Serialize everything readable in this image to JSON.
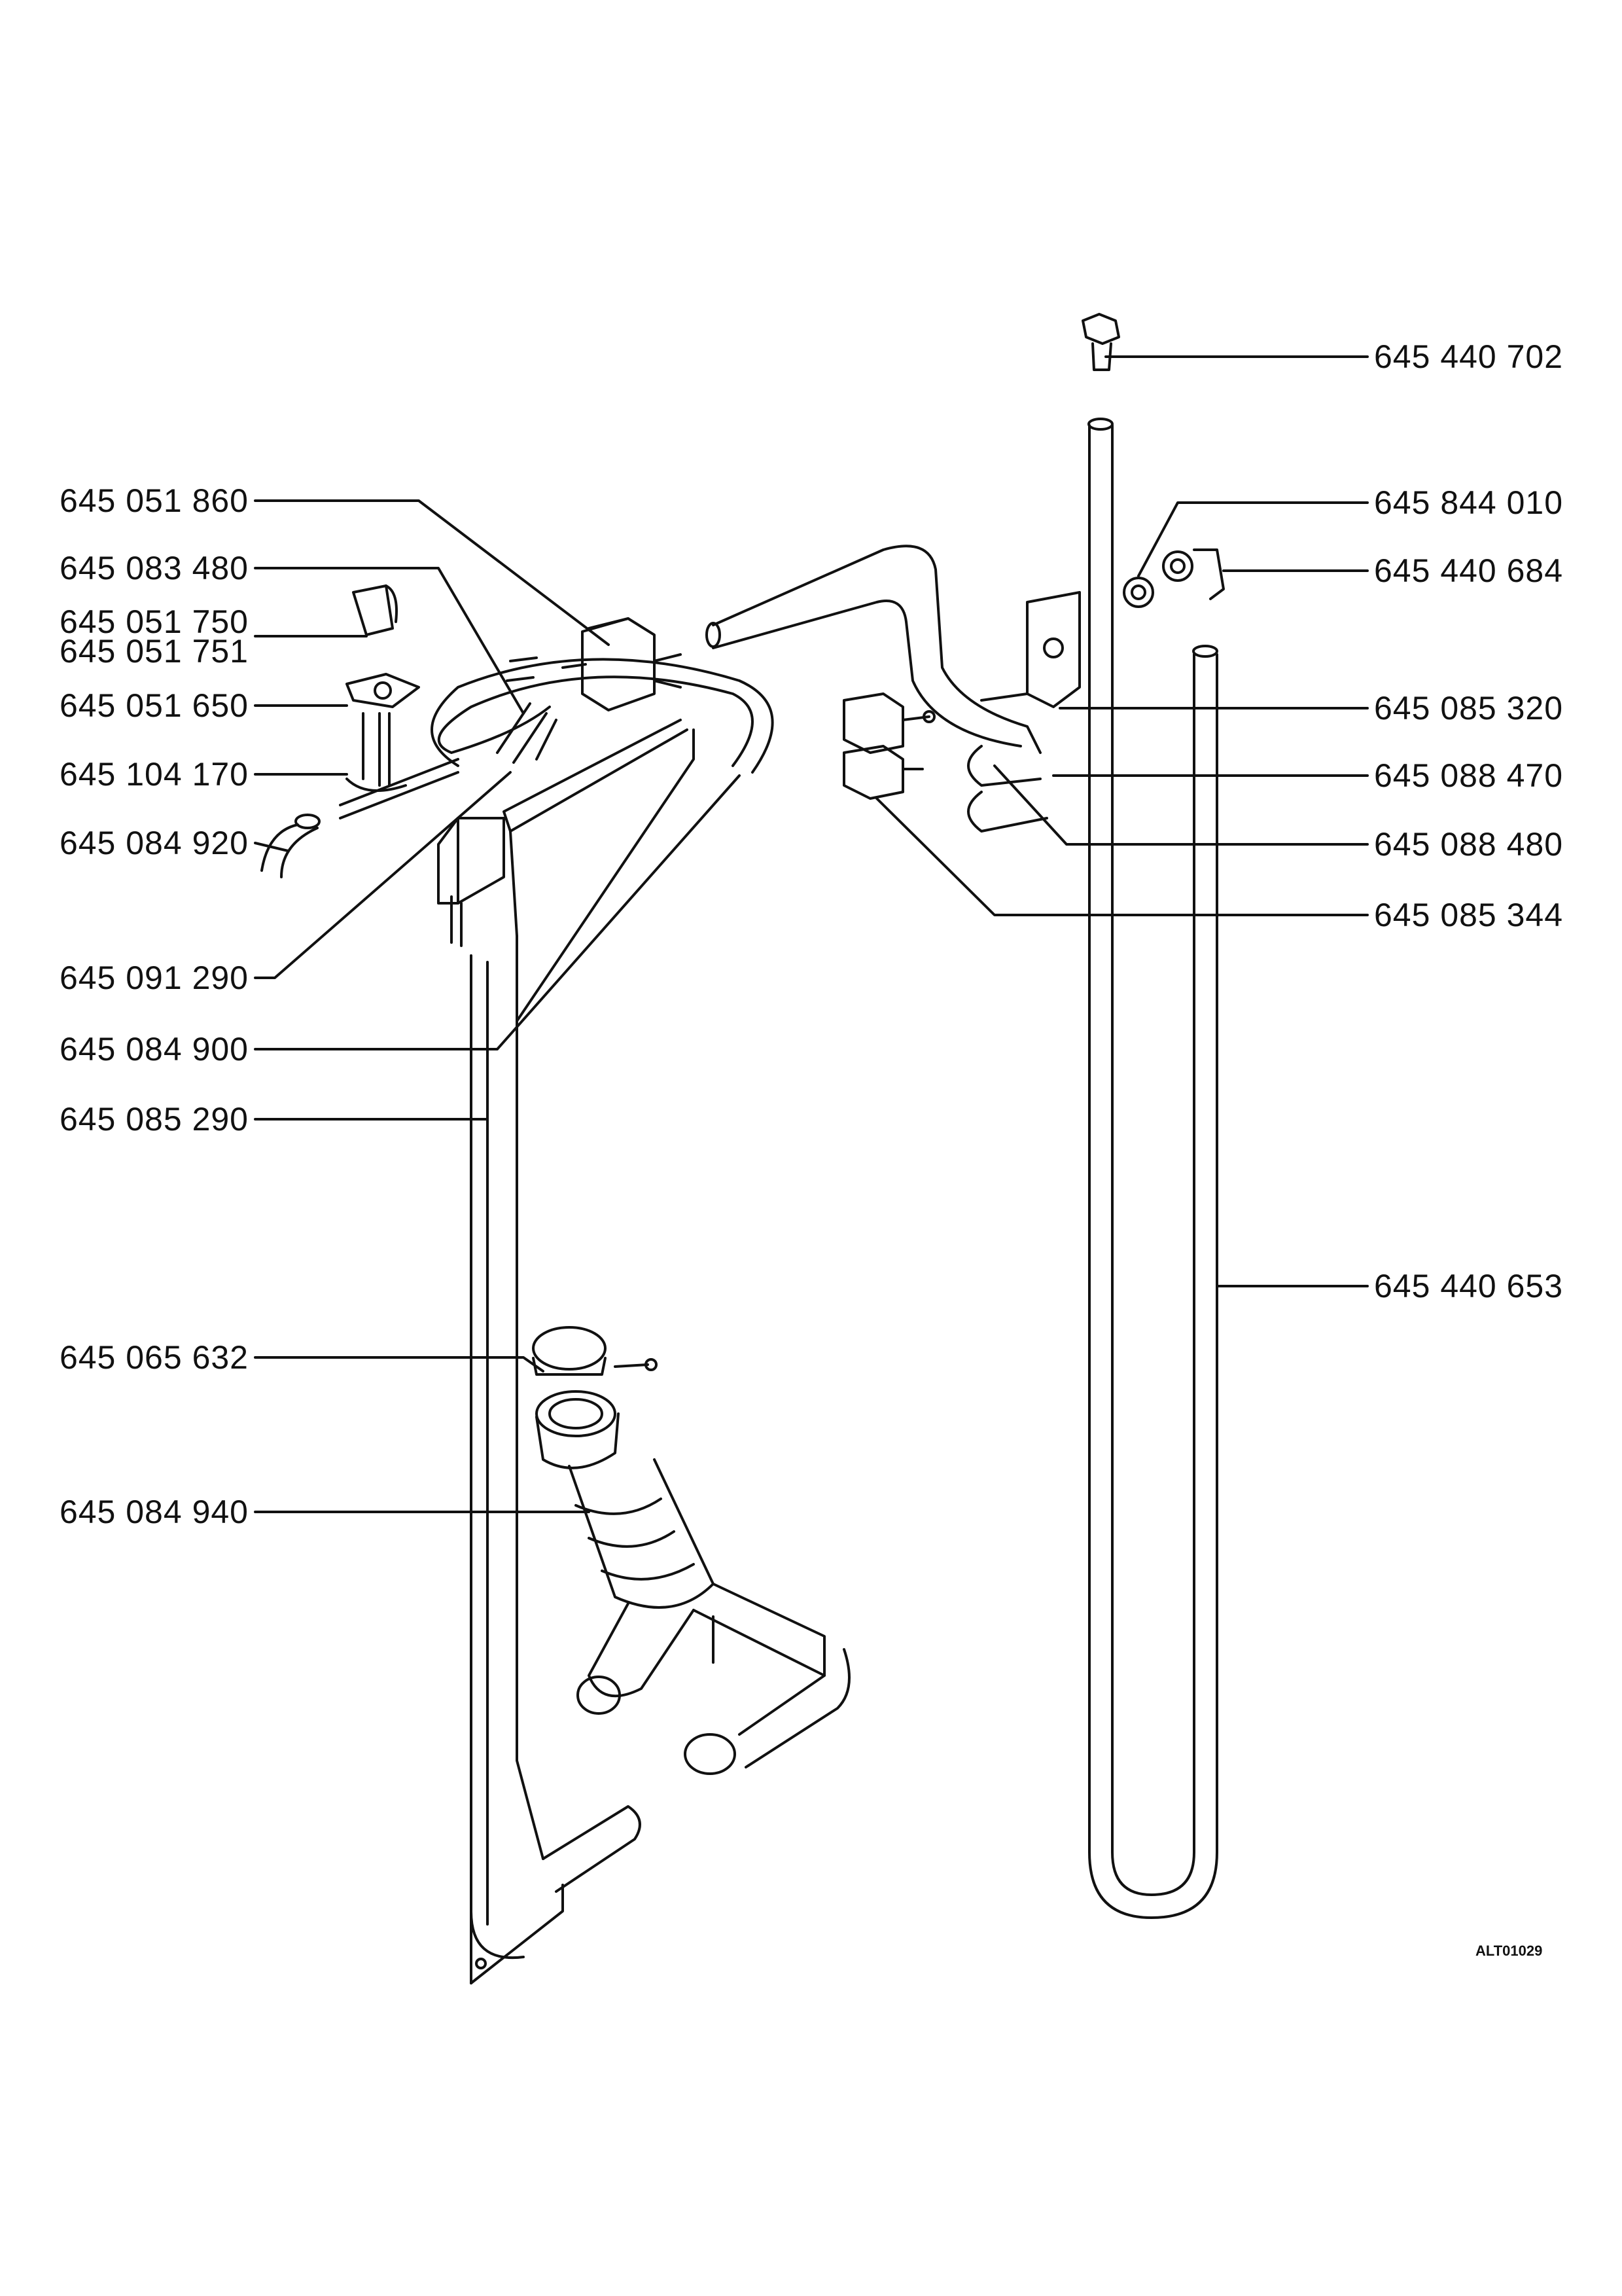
{
  "drawing_code": "ALT01029",
  "labels_left": [
    {
      "id": "l1",
      "text": "645 051 860"
    },
    {
      "id": "l2",
      "text": "645 083 480"
    },
    {
      "id": "l3",
      "text": "645 051 750"
    },
    {
      "id": "l4",
      "text": "645 051 751"
    },
    {
      "id": "l5",
      "text": "645 051 650"
    },
    {
      "id": "l6",
      "text": "645 104 170"
    },
    {
      "id": "l7",
      "text": "645 084 920"
    },
    {
      "id": "l8",
      "text": "645 091 290"
    },
    {
      "id": "l9",
      "text": "645 084 900"
    },
    {
      "id": "l10",
      "text": "645 085 290"
    },
    {
      "id": "l11",
      "text": "645 065 632"
    },
    {
      "id": "l12",
      "text": "645 084 940"
    }
  ],
  "labels_right": [
    {
      "id": "r1",
      "text": "645 440 702"
    },
    {
      "id": "r2",
      "text": "645 844 010"
    },
    {
      "id": "r3",
      "text": "645 440 684"
    },
    {
      "id": "r4",
      "text": "645 085 320"
    },
    {
      "id": "r5",
      "text": "645 088 470"
    },
    {
      "id": "r6",
      "text": "645 088 480"
    },
    {
      "id": "r7",
      "text": "645 085 344"
    },
    {
      "id": "r8",
      "text": "645 440 653"
    }
  ]
}
